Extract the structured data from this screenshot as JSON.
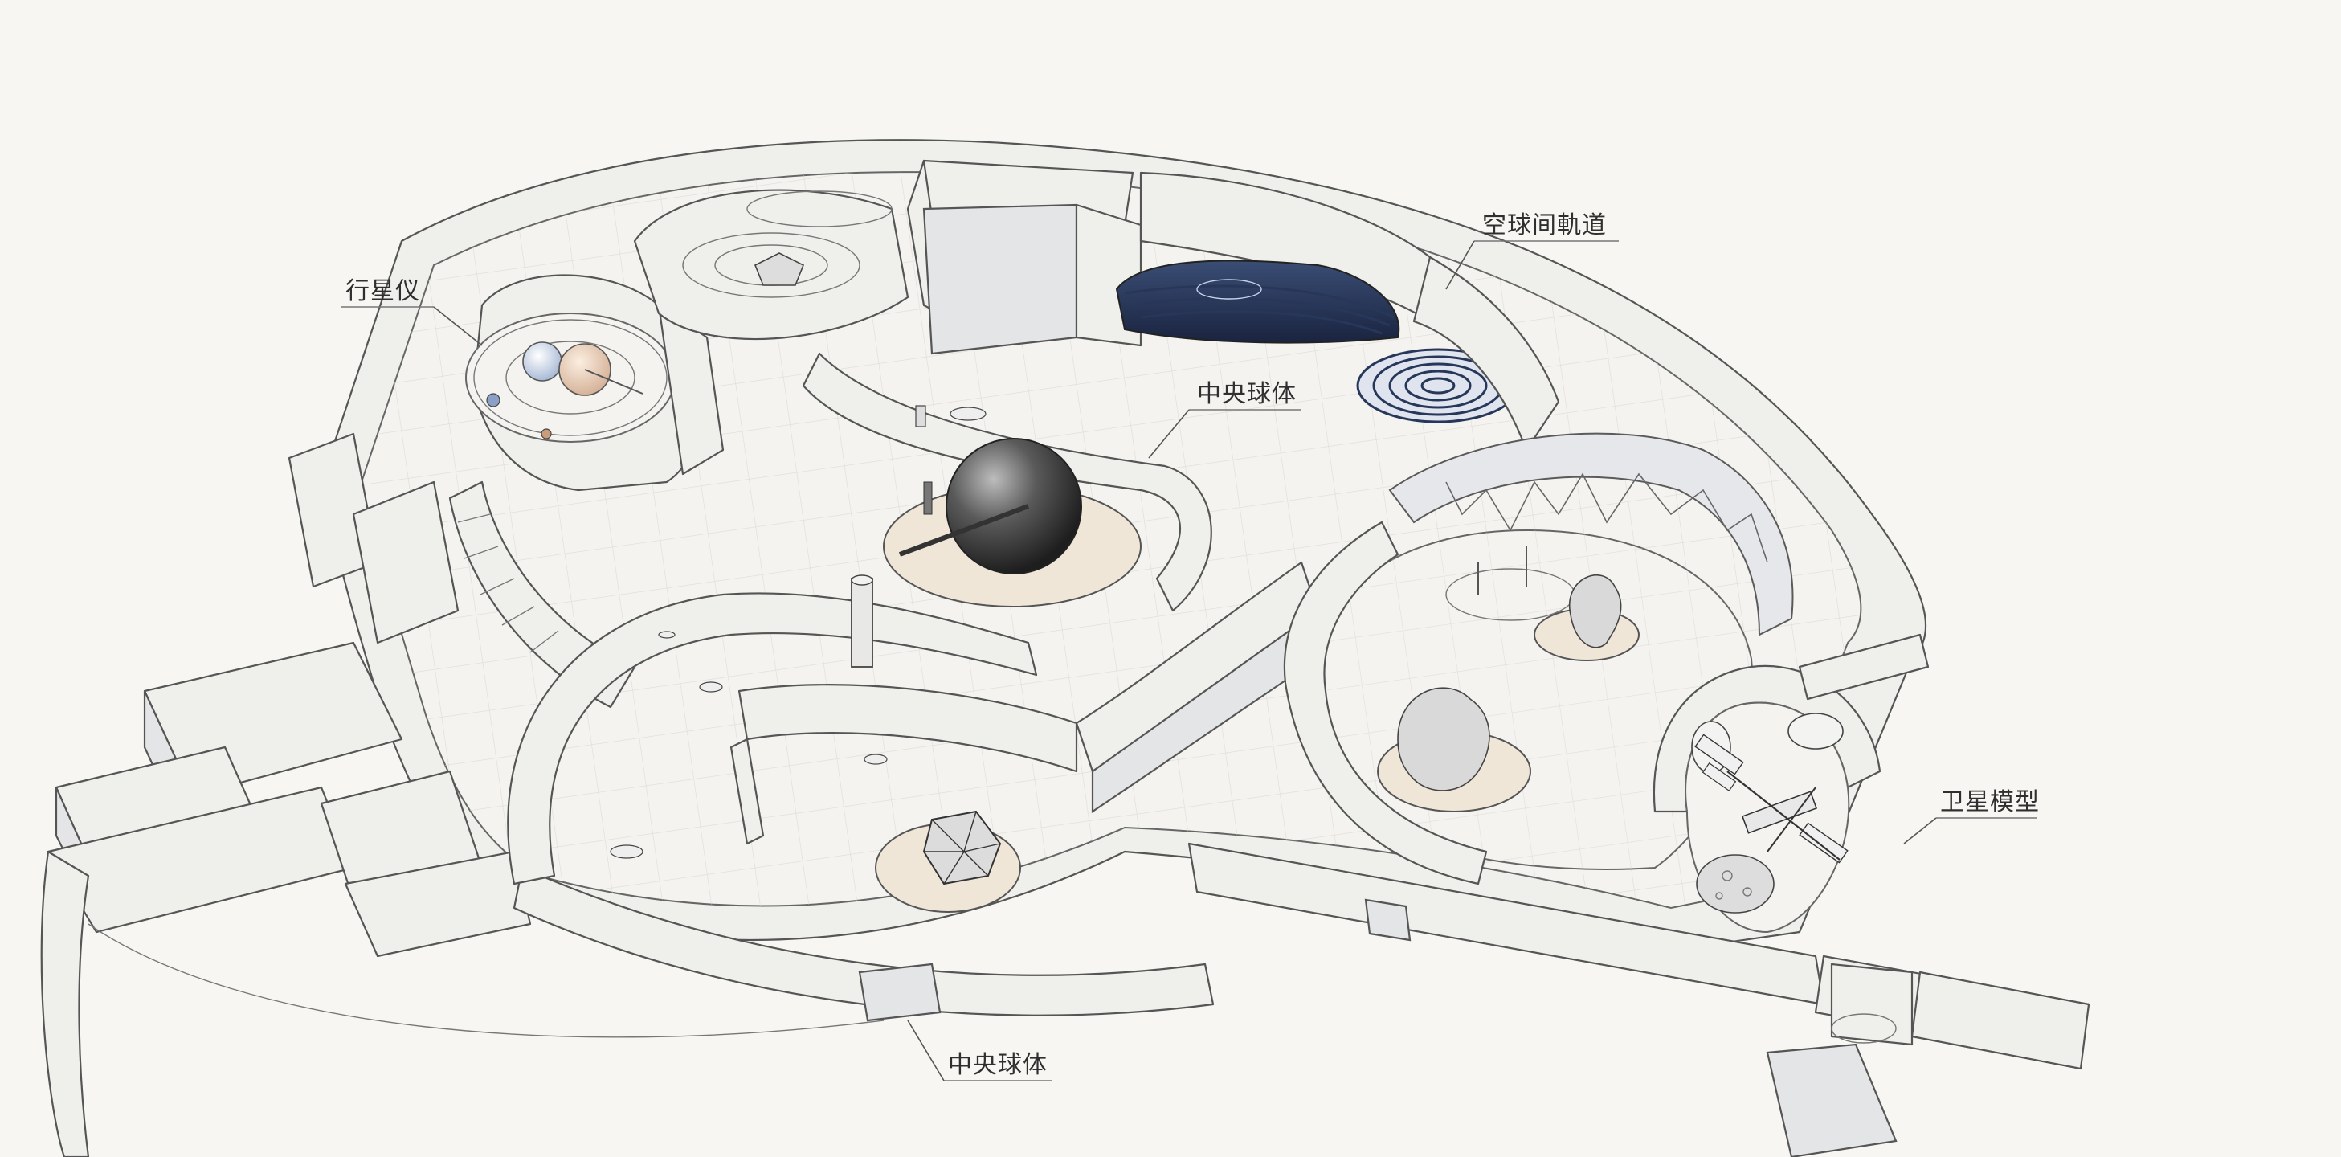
{
  "labels": {
    "planetarium": "行星仪",
    "orbit_track": "空球间軌道",
    "central_sphere_upper": "中央球体",
    "central_sphere_lower": "中央球体",
    "satellite_model": "卫星模型"
  },
  "colors": {
    "paper": "#f7f6f3",
    "line": "#555555",
    "orbit_blue": "#27375a",
    "pedestal": "#efe6d8",
    "sphere": "#3a3a3a"
  }
}
